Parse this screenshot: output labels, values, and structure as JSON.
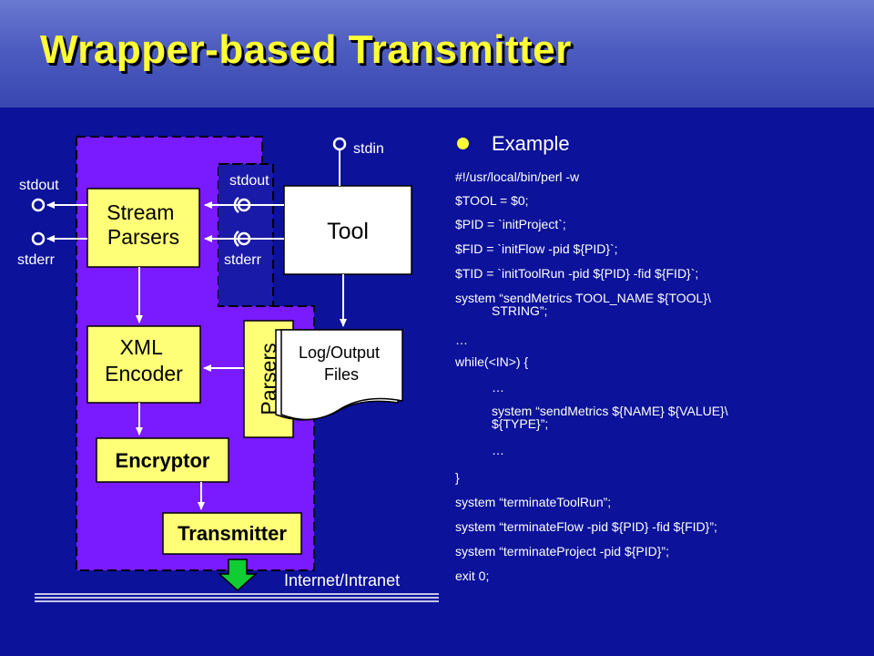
{
  "slide": {
    "title": "Wrapper-based Transmitter"
  },
  "diagram": {
    "stream_parsers": "Stream\nParsers",
    "xml_encoder": "XML\nEncoder",
    "encryptor": "Encryptor",
    "transmitter": "Transmitter",
    "tool": "Tool",
    "parsers": "Parsers",
    "log_output_files": "Log/Output\nFiles",
    "stdin": "stdin",
    "stdout_outer": "stdout",
    "stderr_outer": "stderr",
    "stdout_inner": "stdout",
    "stderr_inner": "stderr",
    "network": "Internet/Intranet",
    "colors": {
      "wrapper": "#7a1aff",
      "box": "#ffff77",
      "tool": "#ffffff",
      "arrow": "#ffffff",
      "network_arrow": "#11cc33"
    }
  },
  "example": {
    "heading": "Example",
    "lines": [
      "#!/usr/local/bin/perl -w",
      "$TOOL = $0;",
      "$PID = `initProject`;",
      "$FID = `initFlow -pid ${PID}`;",
      "$TID = `initToolRun -pid ${PID} -fid ${FID}`;",
      "system “sendMetrics TOOL_NAME ${TOOL}\\",
      "STRING”;",
      "…",
      "while(<IN>) {",
      "…",
      "system “sendMetrics ${NAME} ${VALUE}\\",
      "${TYPE}”;",
      "…",
      "}",
      "system “terminateToolRun”;",
      "system “terminateFlow -pid ${PID} -fid ${FID}”;",
      "system “terminateProject -pid ${PID}”;",
      "exit 0;"
    ]
  }
}
